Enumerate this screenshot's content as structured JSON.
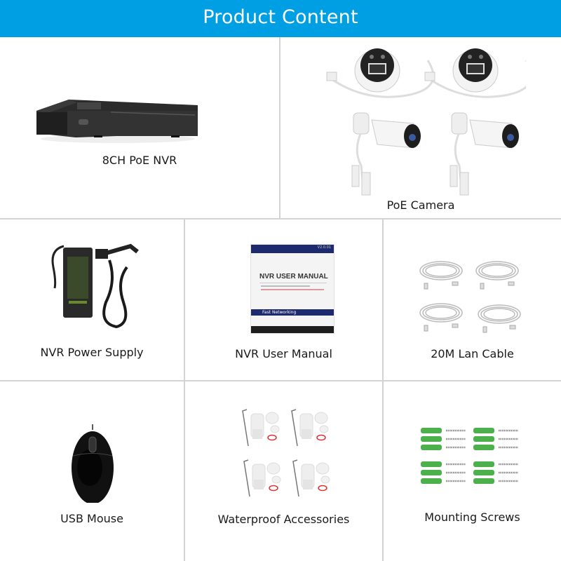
{
  "header": {
    "title": "Product Content",
    "background": "#009fe3"
  },
  "items": [
    {
      "label": "8CH PoE NVR",
      "icon": "nvr-recorder-icon"
    },
    {
      "label": "PoE Camera",
      "icon": "poe-camera-icon"
    },
    {
      "label": "NVR Power Supply",
      "icon": "power-adapter-icon"
    },
    {
      "label": "NVR User Manual",
      "icon": "user-manual-icon",
      "manual": {
        "title": "NVR USER MANUAL",
        "version": "V2.0.01",
        "section": "Fast Networking"
      }
    },
    {
      "label": "20M Lan Cable",
      "icon": "lan-cable-icon"
    },
    {
      "label": "USB Mouse",
      "icon": "usb-mouse-icon"
    },
    {
      "label": "Waterproof Accessories",
      "icon": "waterproof-kit-icon"
    },
    {
      "label": "Mounting Screws",
      "icon": "mounting-screws-icon"
    }
  ],
  "colors": {
    "grid_line": "#d3d3d3",
    "screw_anchor": "#4cb04c",
    "o_ring": "#e03030"
  }
}
